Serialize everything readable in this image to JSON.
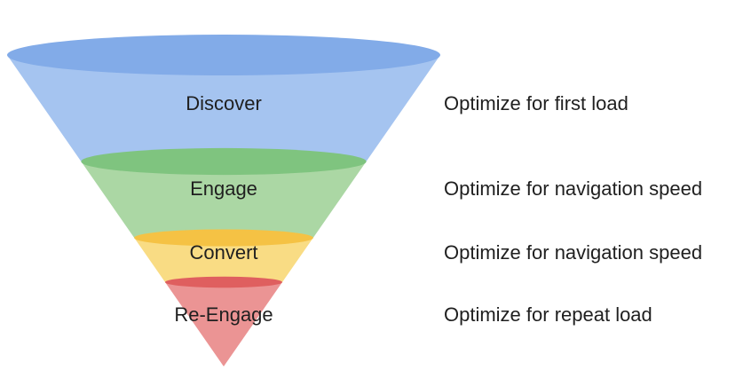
{
  "funnel": {
    "background_color": "#FFFFFF",
    "text_color": "#1F1F1F",
    "segments": [
      {
        "label": "Discover",
        "annotation": "Optimize for first load",
        "body_color": "#A5C4F0",
        "rim_color": "#82ABE8"
      },
      {
        "label": "Engage",
        "annotation": "Optimize for navigation speed",
        "body_color": "#ABD7A4",
        "rim_color": "#7FC47F"
      },
      {
        "label": "Convert",
        "annotation": "Optimize for navigation speed",
        "body_color": "#F9DC84",
        "rim_color": "#F5C244"
      },
      {
        "label": "Re-Engage",
        "annotation": "Optimize for repeat load",
        "body_color": "#EB9494",
        "rim_color": "#DF5F5F"
      }
    ]
  }
}
